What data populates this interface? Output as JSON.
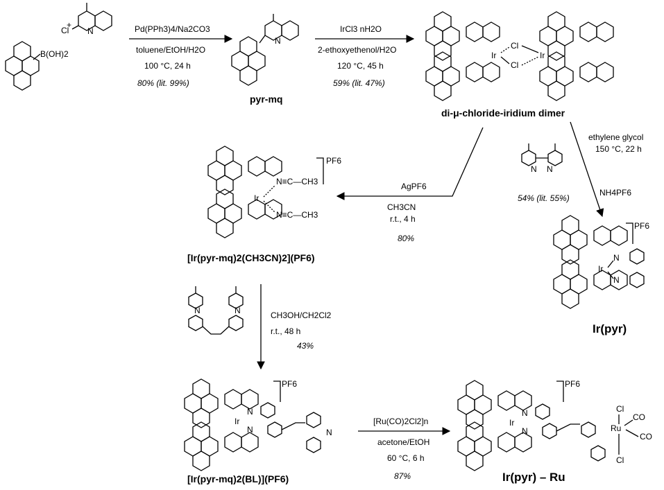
{
  "compounds": {
    "boronic_acid_group": "B(OH)2",
    "chloro": "Cl",
    "plus": "+",
    "pyr_mq": "pyr-mq",
    "dimer": "di-μ-chloride-iridium dimer",
    "acn_complex": "[Ir(pyr-mq)2(CH3CN)2](PF6)",
    "ir_pyr": "Ir(pyr)",
    "bl_complex": "[Ir(pyr-mq)2(BL)](PF6)",
    "ir_pyr_ru": "Ir(pyr) – Ru"
  },
  "atoms": {
    "N": "N",
    "Ir": "Ir",
    "Ru": "Ru",
    "Cl": "Cl",
    "CO": "CO",
    "CH3": "CH3",
    "nitrile": "N≡C—CH3",
    "pf6": "PF6"
  },
  "steps": {
    "s1": {
      "reagent": "Pd(PPh3)4/Na2CO3",
      "solvent": "toluene/EtOH/H2O",
      "conditions": "100 °C, 24 h",
      "yield": "80% (lit. 99%)"
    },
    "s2": {
      "reagent": "IrCl3 nH2O",
      "solvent": "2-ethoxyethenol/H2O",
      "conditions": "120 °C, 45 h",
      "yield": "59% (lit. 47%)"
    },
    "s3": {
      "reagent": "AgPF6",
      "solvent": "CH3CN",
      "conditions": "r.t., 4 h",
      "yield": "80%"
    },
    "s4": {
      "solvent": "ethylene glycol",
      "conditions": "150 °C, 22 h",
      "reagent2": "NH4PF6",
      "yield": "54% (lit. 55%)"
    },
    "s5": {
      "solvent": "CH3OH/CH2Cl2",
      "conditions": "r.t., 48 h",
      "yield": "43%"
    },
    "s6": {
      "reagent": "[Ru(CO)2Cl2]n",
      "solvent": "acetone/EtOH",
      "conditions": "60 °C, 6 h",
      "yield": "87%"
    }
  }
}
